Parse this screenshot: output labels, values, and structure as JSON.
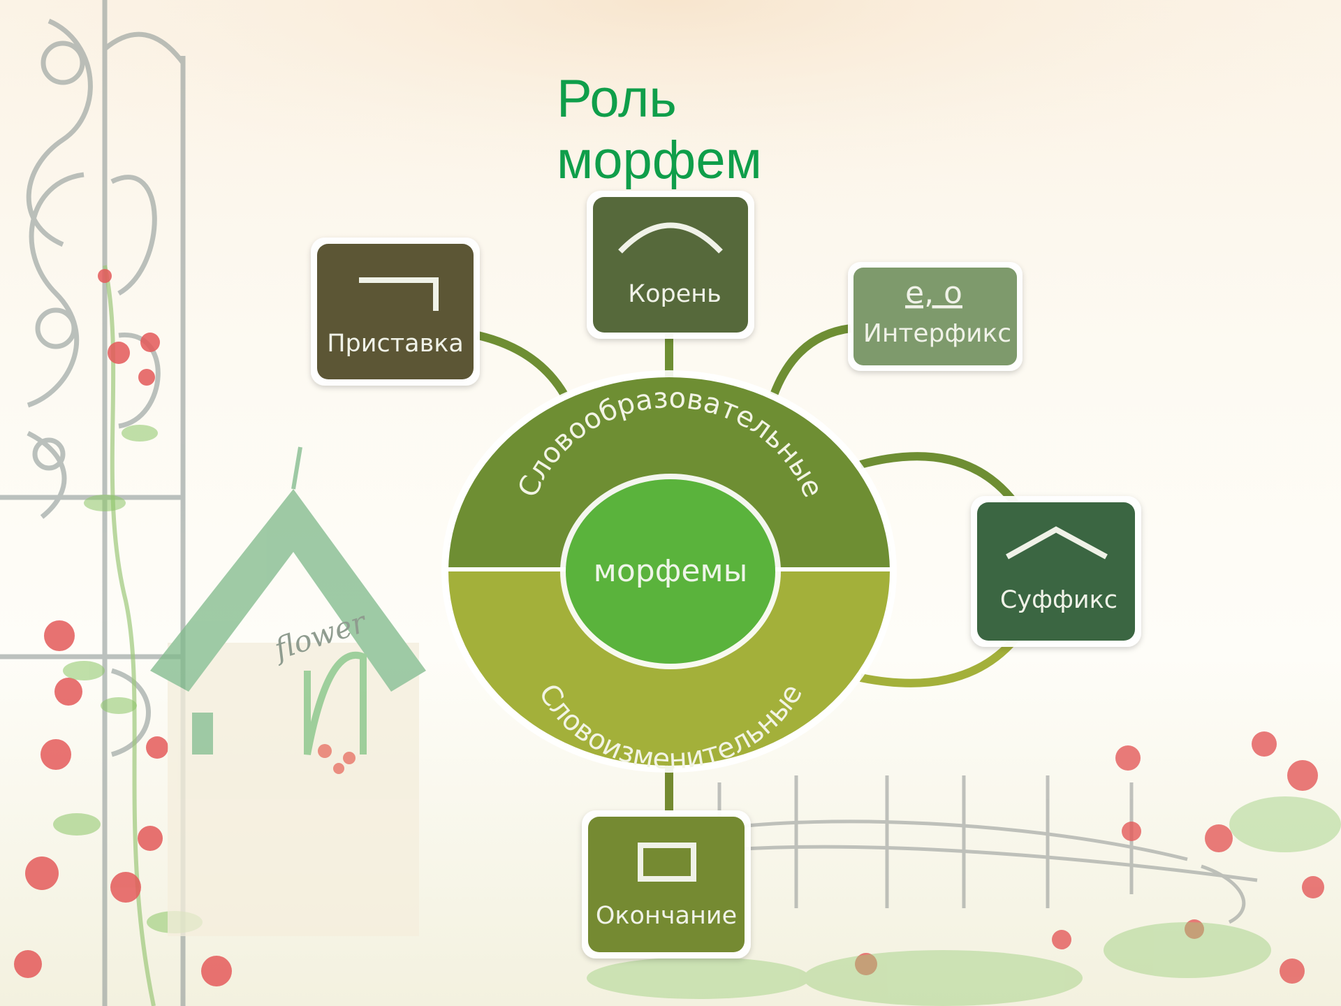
{
  "title": {
    "line1": "Роль",
    "line2": "морфем"
  },
  "diagram": {
    "center": "морфемы",
    "upper_ring": "Словообразовательные",
    "lower_ring": "Словоизменительные",
    "nodes": {
      "prefix": "Приставка",
      "root": "Корень",
      "interfix": "Интерфикс",
      "interfix_letters": "е, о",
      "suffix": "Суффикс",
      "ending": "Окончание"
    }
  },
  "decoration": {
    "house_sign": "flower"
  },
  "colors": {
    "title": "#0f9e4a",
    "prefix": "#5b5634",
    "root": "#56693b",
    "interfix": "#7e9a6c",
    "suffix": "#3a6642",
    "ending": "#748a30",
    "ring_upper": "#6e8e33",
    "ring_lower": "#a3b03a",
    "center": "#5ab33c"
  }
}
